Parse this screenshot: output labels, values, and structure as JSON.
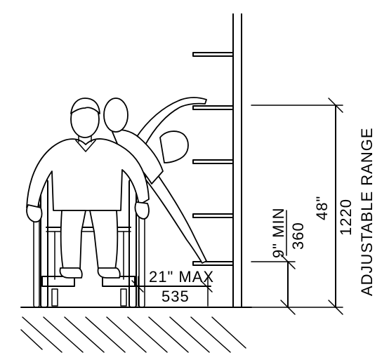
{
  "labels": {
    "reach_max_imperial": "21\" MAX",
    "reach_max_metric": "535",
    "min_height_imperial": "9\" MIN",
    "min_height_metric": "360",
    "range_imperial": "48\"",
    "range_metric": "1220",
    "range_caption": "ADJUSTABLE RANGE"
  }
}
